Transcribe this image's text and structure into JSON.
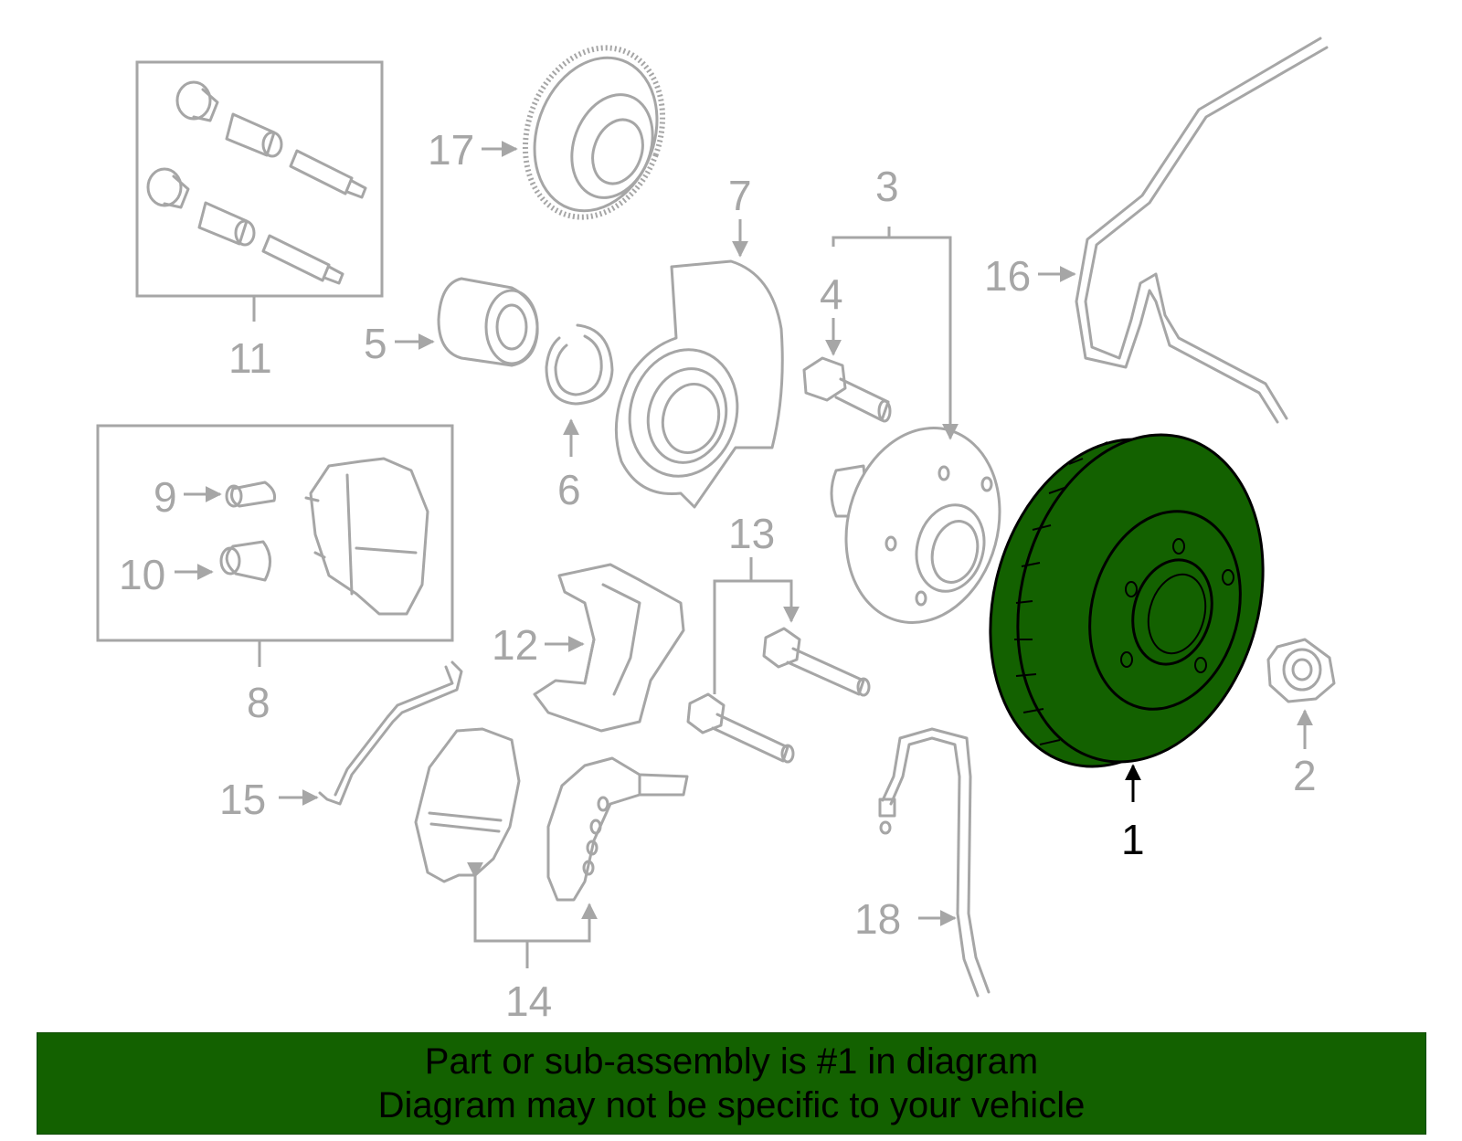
{
  "colors": {
    "part_outline": "#a6a6a6",
    "highlight_fill": "#136100",
    "banner_bg": "#136100",
    "text_active": "#000000"
  },
  "callouts": {
    "c1": "1",
    "c2": "2",
    "c3": "3",
    "c4": "4",
    "c5": "5",
    "c6": "6",
    "c7": "7",
    "c8": "8",
    "c9": "9",
    "c10": "10",
    "c11": "11",
    "c12": "12",
    "c13": "13",
    "c14": "14",
    "c15": "15",
    "c16": "16",
    "c17": "17",
    "c18": "18"
  },
  "highlighted_part": "1",
  "banner": {
    "line1": "Part or sub-assembly is #1 in diagram",
    "line2": "Diagram may not be specific to your vehicle"
  }
}
